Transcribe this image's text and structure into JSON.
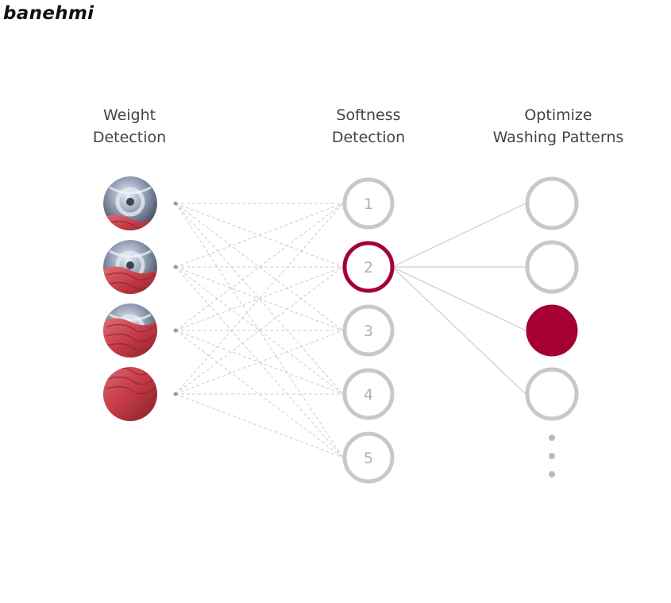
{
  "watermark": "banehmi",
  "columns": {
    "weight": {
      "line1": "Weight",
      "line2": "Detection"
    },
    "softness": {
      "line1": "Softness",
      "line2": "Detection"
    },
    "optimize": {
      "line1": "Optimize",
      "line2": "Washing Patterns"
    }
  },
  "softness_levels": [
    "1",
    "2",
    "3",
    "4",
    "5"
  ],
  "selected_softness": "2",
  "selected_pattern_index": 2,
  "pattern_count": 4,
  "weight_levels": 4,
  "colors": {
    "accent": "#a50034",
    "ring": "#c8c8c8",
    "number": "#b0b0b0",
    "link": "#cccccc",
    "fabric": "#c9474f",
    "drum": "#8a96a8"
  }
}
